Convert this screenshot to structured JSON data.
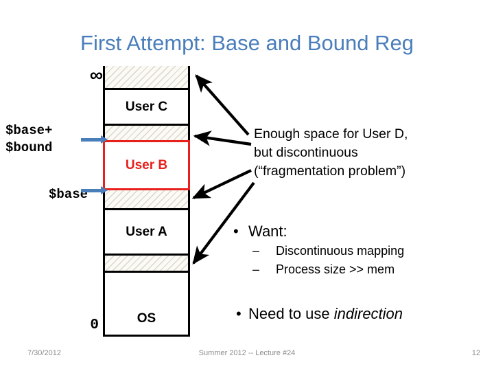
{
  "slide": {
    "title": "First Attempt: Base and Bound Reg",
    "title_color": "#4A7EBB"
  },
  "memory_diagram": {
    "top_label": "∞",
    "bottom_label": "0",
    "base_bound_label_line1": "$base+",
    "base_bound_label_line2": "$bound",
    "base_label": "$base",
    "highlight_color": "#E8201C",
    "pointer_color": "#4A7EBB",
    "regions": [
      {
        "name": "free-top",
        "label": "",
        "type": "free"
      },
      {
        "name": "user-c",
        "label": "User C",
        "type": "used"
      },
      {
        "name": "free-above-b",
        "label": "",
        "type": "free"
      },
      {
        "name": "user-b",
        "label": "User B",
        "type": "used-highlight"
      },
      {
        "name": "free-below-b",
        "label": "",
        "type": "free"
      },
      {
        "name": "user-a",
        "label": "User A",
        "type": "used"
      },
      {
        "name": "free-above-os",
        "label": "",
        "type": "free"
      },
      {
        "name": "os",
        "label": "OS",
        "type": "used"
      }
    ]
  },
  "fragmentation_note": {
    "line1": "Enough space for User D,",
    "line2": "but discontinuous",
    "line3": "(“fragmentation problem”)"
  },
  "want_block": {
    "bullet_glyph": "•",
    "dash_glyph": "–",
    "heading": "Want:",
    "sub_items": [
      "Discontinuous mapping",
      "Process size >> mem"
    ],
    "conclusion_prefix": "Need to use ",
    "conclusion_emphasis": "indirection"
  },
  "footer": {
    "date": "7/30/2012",
    "center": "Summer 2012 -- Lecture #24",
    "page": "12"
  }
}
